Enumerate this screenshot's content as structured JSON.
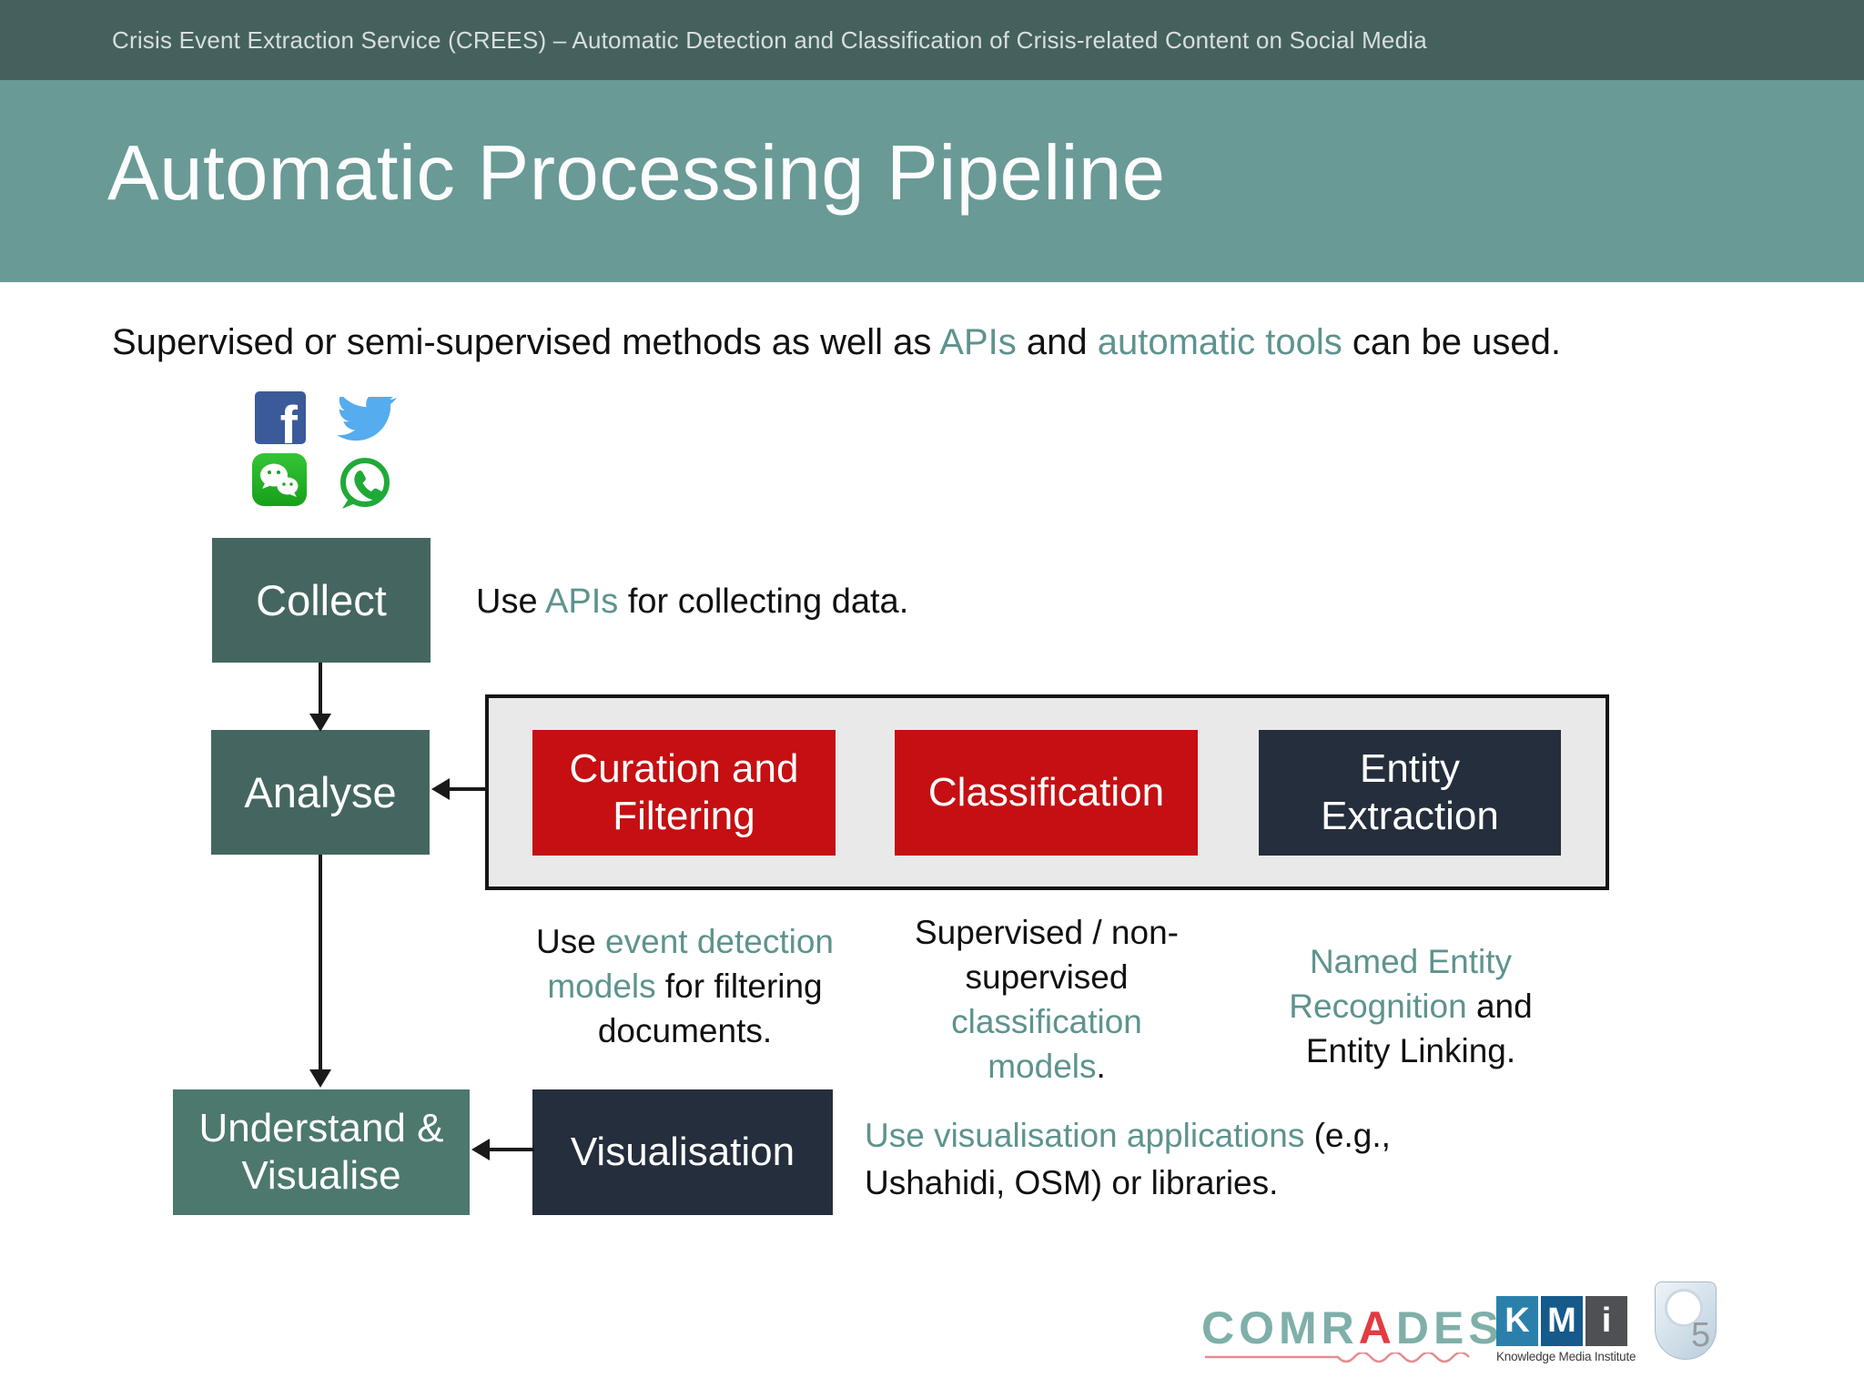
{
  "colors": {
    "top_bar_bg": "#45615d",
    "header_bg": "#699a96",
    "accent_teal_text": "#5e938e",
    "flow_box_teal": "#456660",
    "flow_box_teal_light": "#4c786d",
    "module_red": "#c50f12",
    "module_navy": "#252e3c",
    "module_container_bg": "#e9e9e9",
    "twitter_blue": "#55acee",
    "facebook_blue": "#3b5a9a",
    "whatsapp_green": "#1faa38",
    "wechat_green": "#25b325",
    "comrades_green": "#7fafa9",
    "comrades_red": "#e23c41"
  },
  "top_bar": {
    "text": "Crisis Event Extraction Service (CREES) – Automatic Detection and Classification of Crisis-related Content on Social Media"
  },
  "header": {
    "title": "Automatic Processing Pipeline"
  },
  "intro": {
    "s1": "Supervised or semi-supervised methods as well as ",
    "s2": "APIs",
    "s3": " and ",
    "s4": "automatic tools",
    "s5": " can be used."
  },
  "social_icons": [
    "facebook",
    "twitter",
    "wechat",
    "whatsapp"
  ],
  "flow": {
    "collect": "Collect",
    "analyse": "Analyse",
    "understand_l1": "Understand &",
    "understand_l2": "Visualise"
  },
  "modules": {
    "curation_l1": "Curation and",
    "curation_l2": "Filtering",
    "classification": "Classification",
    "entity_l1": "Entity",
    "entity_l2": "Extraction",
    "visualisation": "Visualisation"
  },
  "notes": {
    "collect": {
      "s1": "Use ",
      "s2": "APIs",
      "s3": " for collecting data."
    },
    "curation": {
      "l1a": "Use ",
      "l1b": "event detection",
      "l2a": "models",
      "l2b": " for filtering",
      "l3": "documents."
    },
    "classification": {
      "l1": "Supervised / non-",
      "l2": "supervised",
      "l3": "classification",
      "l4a": "models",
      "l4b": "."
    },
    "entity": {
      "l1": "Named Entity",
      "l2a": "Recognition",
      "l2b": " and",
      "l3": "Entity Linking."
    },
    "visualisation": {
      "l1a": "Use visualisation applications",
      "l1b": " (e.g.,",
      "l2": "Ushahidi, OSM) or libraries."
    }
  },
  "footer": {
    "comrades": {
      "p1": "COMR",
      "p2": "A",
      "p3": "DES"
    },
    "kmi": {
      "k": "K",
      "m": "M",
      "i": "i",
      "subtitle": "Knowledge Media Institute"
    },
    "page_number": "5"
  }
}
